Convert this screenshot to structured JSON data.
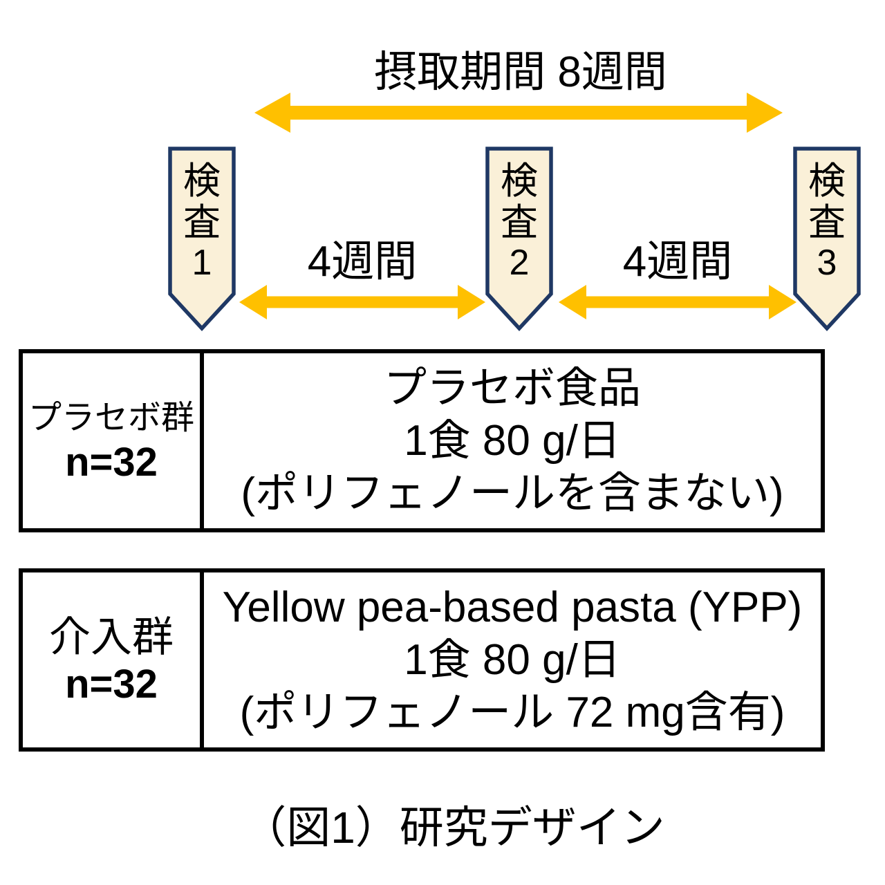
{
  "colors": {
    "arrow_gold": "#FFC000",
    "banner_border_navy": "#1F3864",
    "banner_fill_cream": "#FAF0D8",
    "ink_black": "#000000",
    "background_white": "#FFFFFF"
  },
  "timeline": {
    "total_period_label": "摂取期間 8週間",
    "interval_1_label": "4週間",
    "interval_2_label": "4週間",
    "checkpoints": [
      {
        "label": "検査1",
        "chars": [
          "検",
          "査",
          "1"
        ]
      },
      {
        "label": "検査2",
        "chars": [
          "検",
          "査",
          "2"
        ]
      },
      {
        "label": "検査3",
        "chars": [
          "検",
          "査",
          "3"
        ]
      }
    ]
  },
  "groups": [
    {
      "name": "プラセボ群",
      "n": "n=32",
      "desc_lines": [
        "プラセボ食品",
        "1食 80 g/日",
        "(ポリフェノールを含まない)"
      ]
    },
    {
      "name": "介入群",
      "n": "n=32",
      "desc_lines": [
        "Yellow pea-based pasta (YPP)",
        "1食 80 g/日",
        "(ポリフェノール 72 mg含有)"
      ]
    }
  ],
  "caption": "（図1）研究デザイン"
}
